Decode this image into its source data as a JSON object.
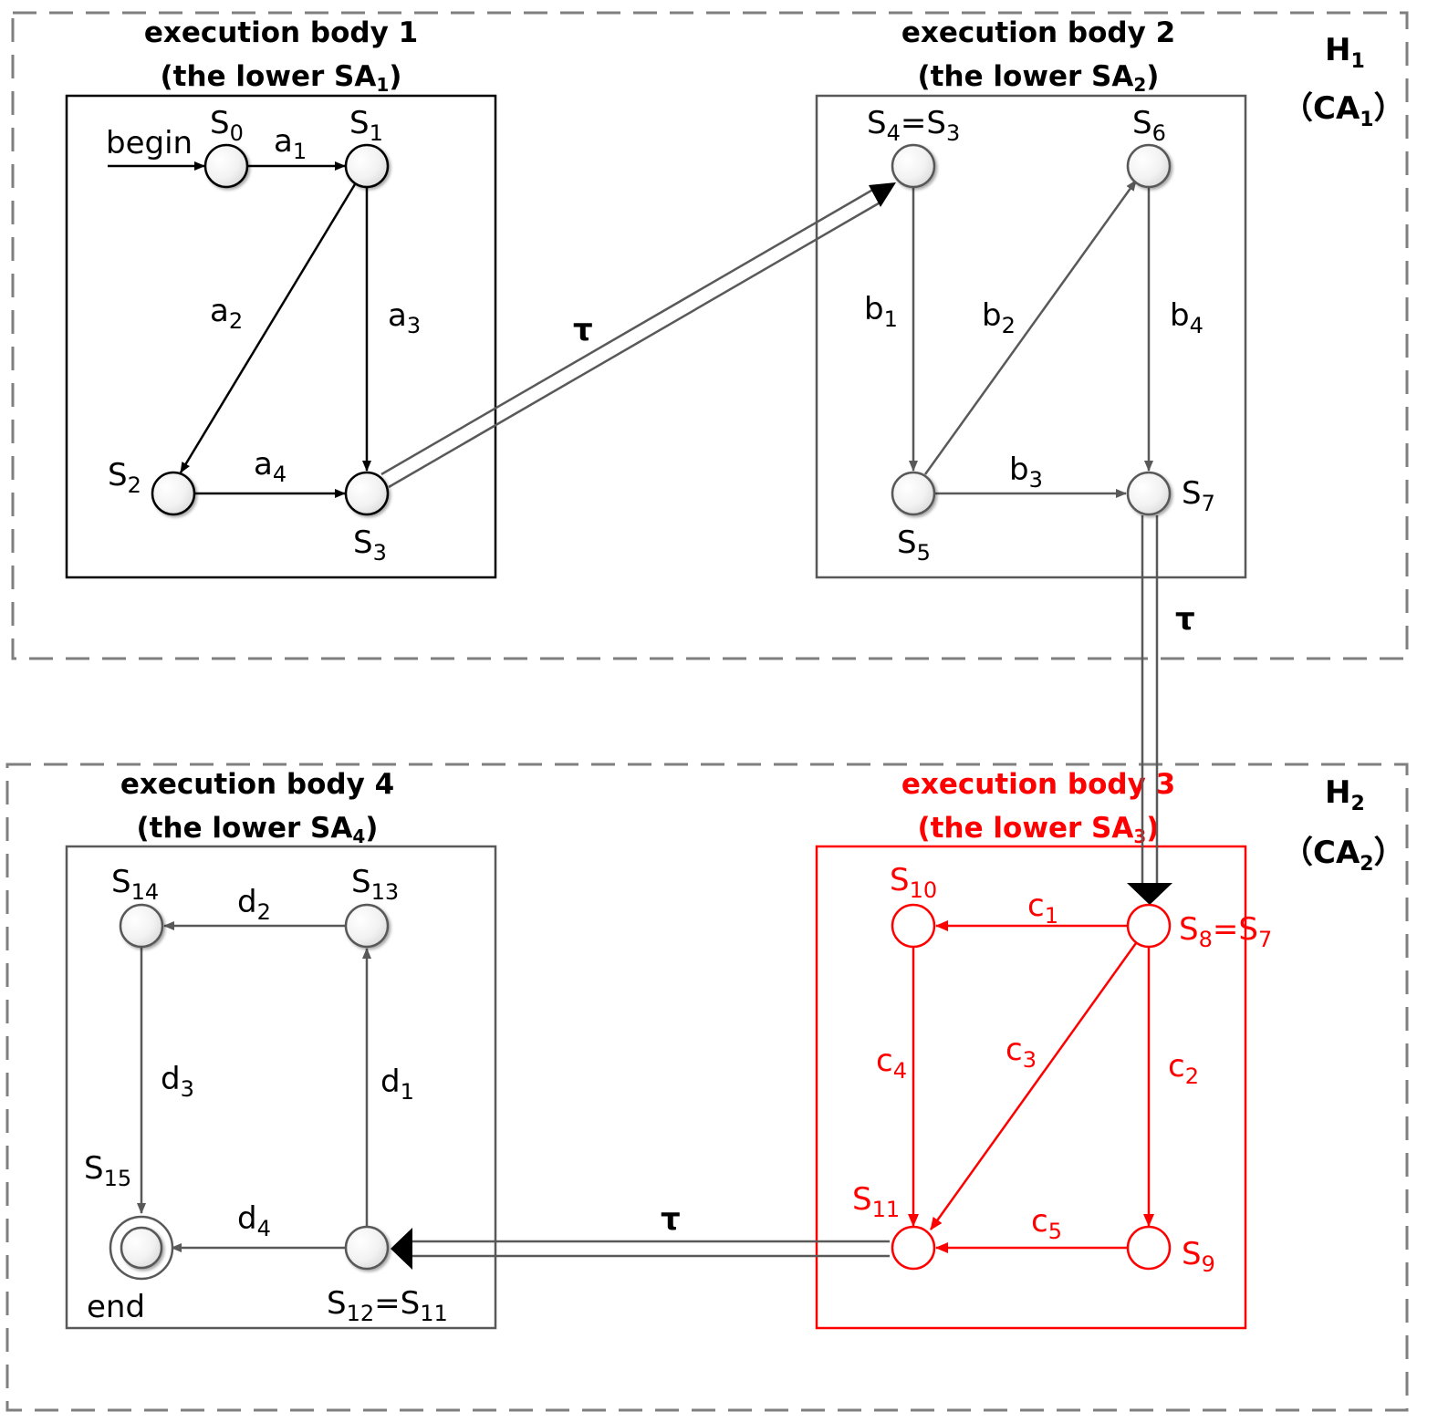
{
  "groups": {
    "h1": {
      "name": "H",
      "name_sub": "1",
      "ca": "CA",
      "ca_sub": "1",
      "open_paren": "（",
      "close_paren": "）"
    },
    "h2": {
      "name": "H",
      "name_sub": "2",
      "ca": "CA",
      "ca_sub": "2",
      "open_paren": "（",
      "close_paren": "）"
    }
  },
  "bodies": {
    "b1": {
      "title": "execution body 1",
      "sub_pre": "(the lower SA",
      "sub_idx": "1",
      "sub_post": ")"
    },
    "b2": {
      "title": "execution body 2",
      "sub_pre": "(the lower SA",
      "sub_idx": "2",
      "sub_post": ")"
    },
    "b3": {
      "title": "execution body 3",
      "sub_pre": "(the lower SA",
      "sub_idx": "3",
      "sub_post": ")"
    },
    "b4": {
      "title": "execution body 4",
      "sub_pre": "(the lower SA",
      "sub_idx": "4",
      "sub_post": ")"
    }
  },
  "states": {
    "s0": {
      "base": "S",
      "sub": "0"
    },
    "s1": {
      "base": "S",
      "sub": "1"
    },
    "s2": {
      "base": "S",
      "sub": "2"
    },
    "s3": {
      "base": "S",
      "sub": "3"
    },
    "s4": {
      "base": "S",
      "sub": "4",
      "eq": "=S",
      "eq_sub": "3"
    },
    "s5": {
      "base": "S",
      "sub": "5"
    },
    "s6": {
      "base": "S",
      "sub": "6"
    },
    "s7": {
      "base": "S",
      "sub": "7"
    },
    "s8": {
      "base": "S",
      "sub": "8",
      "eq": "=S",
      "eq_sub": "7"
    },
    "s9": {
      "base": "S",
      "sub": "9"
    },
    "s10": {
      "base": "S",
      "sub": "10"
    },
    "s11": {
      "base": "S",
      "sub": "11"
    },
    "s12": {
      "base": "S",
      "sub": "12",
      "eq": "=S",
      "eq_sub": "11"
    },
    "s13": {
      "base": "S",
      "sub": "13"
    },
    "s14": {
      "base": "S",
      "sub": "14"
    },
    "s15": {
      "base": "S",
      "sub": "15"
    }
  },
  "special": {
    "begin": "begin",
    "end": "end"
  },
  "transitions": {
    "a1": {
      "base": "a",
      "sub": "1"
    },
    "a2": {
      "base": "a",
      "sub": "2"
    },
    "a3": {
      "base": "a",
      "sub": "3"
    },
    "a4": {
      "base": "a",
      "sub": "4"
    },
    "b1": {
      "base": "b",
      "sub": "1"
    },
    "b2": {
      "base": "b",
      "sub": "2"
    },
    "b3": {
      "base": "b",
      "sub": "3"
    },
    "b4": {
      "base": "b",
      "sub": "4"
    },
    "c1": {
      "base": "c",
      "sub": "1"
    },
    "c2": {
      "base": "c",
      "sub": "2"
    },
    "c3": {
      "base": "c",
      "sub": "3"
    },
    "c4": {
      "base": "c",
      "sub": "4"
    },
    "c5": {
      "base": "c",
      "sub": "5"
    },
    "d1": {
      "base": "d",
      "sub": "1"
    },
    "d2": {
      "base": "d",
      "sub": "2"
    },
    "d3": {
      "base": "d",
      "sub": "3"
    },
    "d4": {
      "base": "d",
      "sub": "4"
    },
    "tau": "τ"
  },
  "colors": {
    "black": "#000000",
    "gray": "#595959",
    "red": "#ff0000",
    "dash": "#7f7f7f"
  }
}
